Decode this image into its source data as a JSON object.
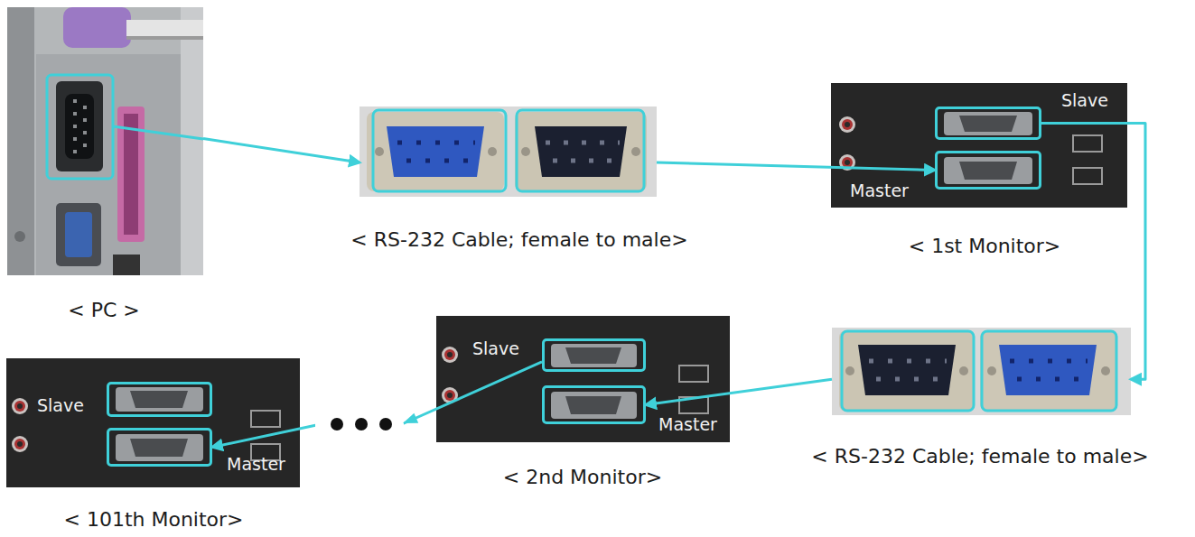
{
  "diagram": {
    "nodes": [
      {
        "text": [
          "< PC >"
        ]
      },
      {
        "text": [
          "< RS-232 Cable; female to male>"
        ]
      },
      {
        "text": [
          "< 1st Monitor>"
        ]
      },
      {
        "text": [
          "Slave"
        ],
        "in": 2
      },
      {
        "text": [
          "Master"
        ],
        "in": 2
      },
      {
        "text": [
          "< RS-232 Cable; female to male>"
        ]
      },
      {
        "text": [
          "< 2nd Monitor>"
        ]
      },
      {
        "text": [
          "Slave"
        ],
        "in": 6
      },
      {
        "text": [
          "Master"
        ],
        "in": 6
      },
      {
        "text": [
          "< 101th Monitor>"
        ]
      },
      {
        "text": [
          "Slave"
        ],
        "in": 9
      },
      {
        "text": [
          "Master"
        ],
        "in": 9
      }
    ],
    "edges": [
      {
        "from": 0,
        "to": 1,
        "arrow": "to"
      },
      {
        "from": 1,
        "to": 4,
        "arrow": "to"
      },
      {
        "from": 3,
        "to": 5,
        "arrow": "to"
      },
      {
        "from": 5,
        "to": 8,
        "arrow": "to"
      },
      {
        "from": 7,
        "to": 11,
        "arrow": "to"
      }
    ]
  }
}
